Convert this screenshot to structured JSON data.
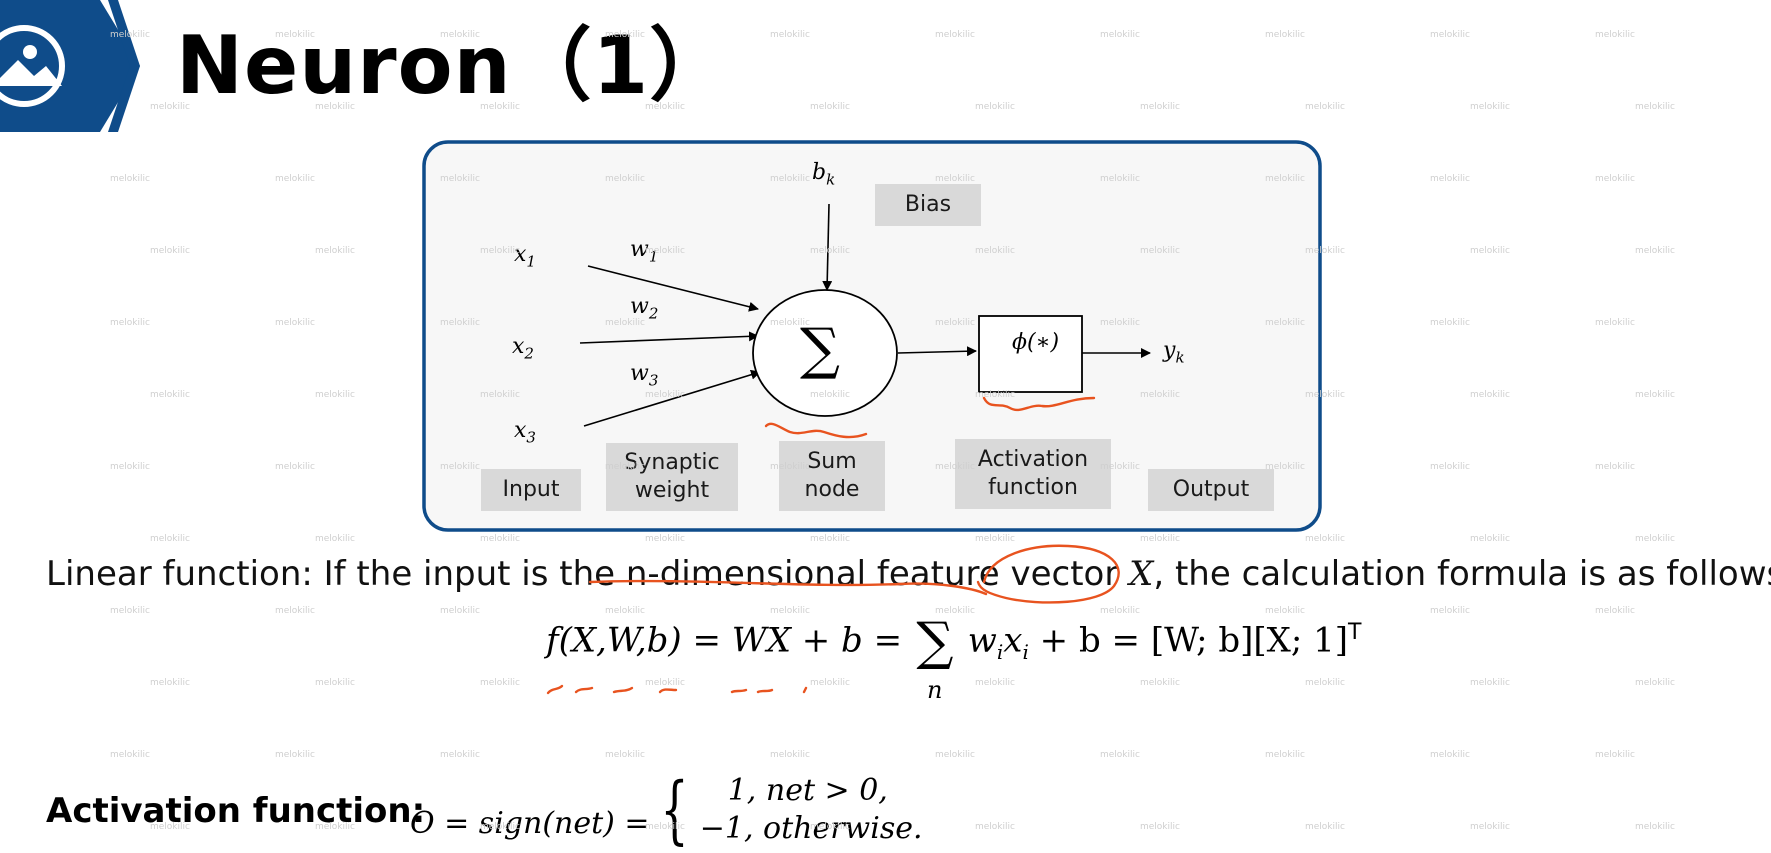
{
  "title": "Neuron（1）",
  "logo": {
    "icon": "image-icon",
    "color": "#0f4c8a"
  },
  "diagram": {
    "border_color": "#0f4c8a",
    "bias_symbol": {
      "base": "b",
      "sub": "k"
    },
    "inputs": [
      {
        "base": "x",
        "sub": "1"
      },
      {
        "base": "x",
        "sub": "2"
      },
      {
        "base": "x",
        "sub": "3"
      }
    ],
    "weights": [
      {
        "base": "w",
        "sub": "1"
      },
      {
        "base": "w",
        "sub": "2"
      },
      {
        "base": "w",
        "sub": "3"
      }
    ],
    "sum_symbol": "∑",
    "activation_symbol": "ϕ(∗)",
    "output_symbol": {
      "base": "y",
      "sub": "k"
    },
    "labels": {
      "bias": "Bias",
      "input": "Input",
      "synaptic_weight": "Synaptic weight",
      "sum_node": "Sum node",
      "activation_function": "Activation function",
      "output": "Output"
    }
  },
  "linear_function": {
    "text_before": "Linear function: If the input is the n-dimensional feature vector ",
    "variable": "X",
    "text_after": ", the calculation formula is as follows:"
  },
  "formula": {
    "lhs": "f(X,W,b) = WX + b = ",
    "sum_sign": "∑",
    "sum_index": "n",
    "rhs_math": "w",
    "rhs_sub": "i",
    "rhs_math2": "x",
    "rhs_sub2": "i",
    "rhs_tail": " + b = [W; b][X; 1]",
    "superscript": "T"
  },
  "activation": {
    "label": "Activation function:",
    "lhs": "O = sign(net) =",
    "case1": "1, net > 0,",
    "case2": "−1, otherwise."
  },
  "watermark": "melokilic",
  "annotation_color": "#e8531f"
}
